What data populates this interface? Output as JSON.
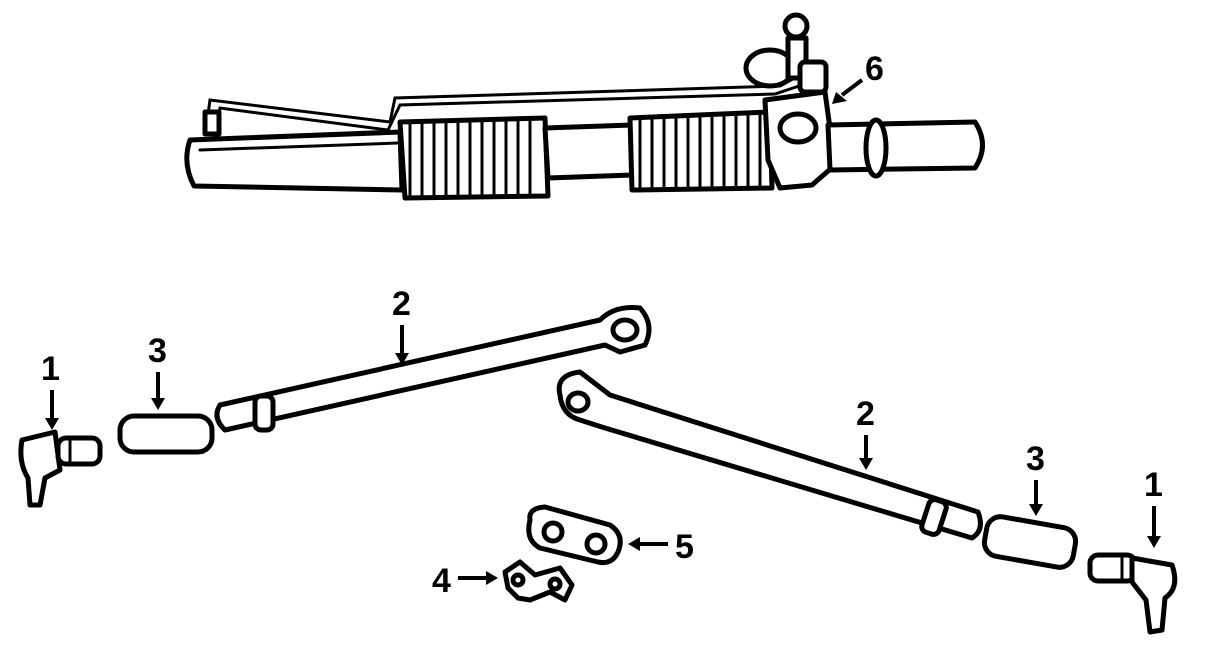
{
  "diagram": {
    "callouts": {
      "tie_rod_end_left": "1",
      "tie_rod_end_right": "1",
      "inner_tie_rod_left": "2",
      "inner_tie_rod_right": "2",
      "boot_left": "3",
      "boot_right": "3",
      "bracket_small": "4",
      "bracket_plate": "5",
      "rack_pinion_gear": "6"
    },
    "line_color": "#000000",
    "background_color": "#ffffff"
  }
}
